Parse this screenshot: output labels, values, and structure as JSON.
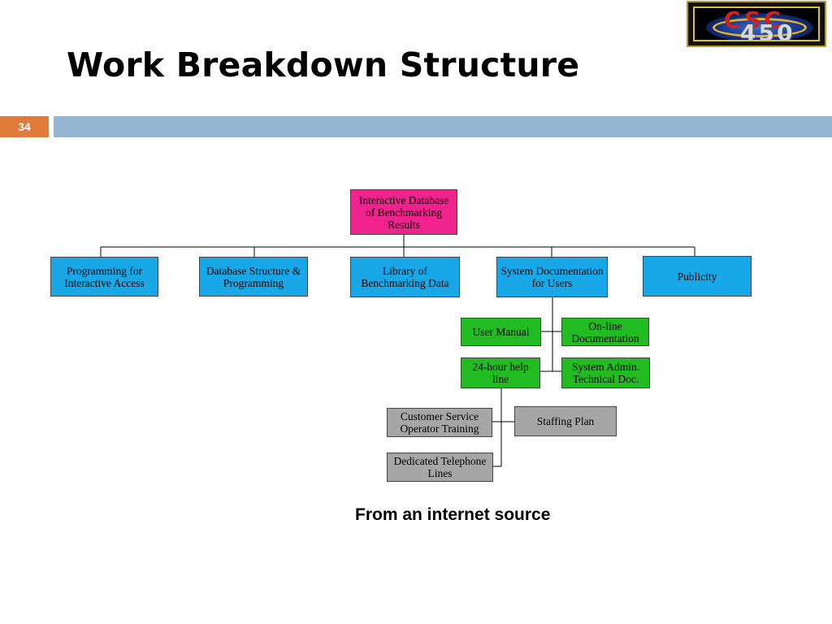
{
  "slide": {
    "title": "Work Breakdown Structure",
    "number": "34",
    "source_note": "From an internet source"
  },
  "logo": {
    "text_top": "CSC",
    "text_bottom": "450"
  },
  "colors": {
    "accent_orange": "#e07b39",
    "bar_blue": "#94b6d2",
    "root_pink": "#f0228e",
    "level1_blue": "#18a8e8",
    "level2_green": "#22bb22",
    "level3_gray": "#a6a6a6"
  },
  "wbs": {
    "root": "Interactive Database of Benchmarking Results",
    "level1": [
      "Programming for Interactive Access",
      "Database Structure & Programming",
      "Library of Benchmarking Data",
      "System Documentation for Users",
      "Publicity"
    ],
    "documentation_children": [
      "User Manual",
      "On-line Documentation",
      "24-hour help line",
      "System Admin. Technical Doc."
    ],
    "helpline_children": [
      "Customer Service Operator Training",
      "Staffing Plan",
      "Dedicated Telephone Lines"
    ]
  }
}
